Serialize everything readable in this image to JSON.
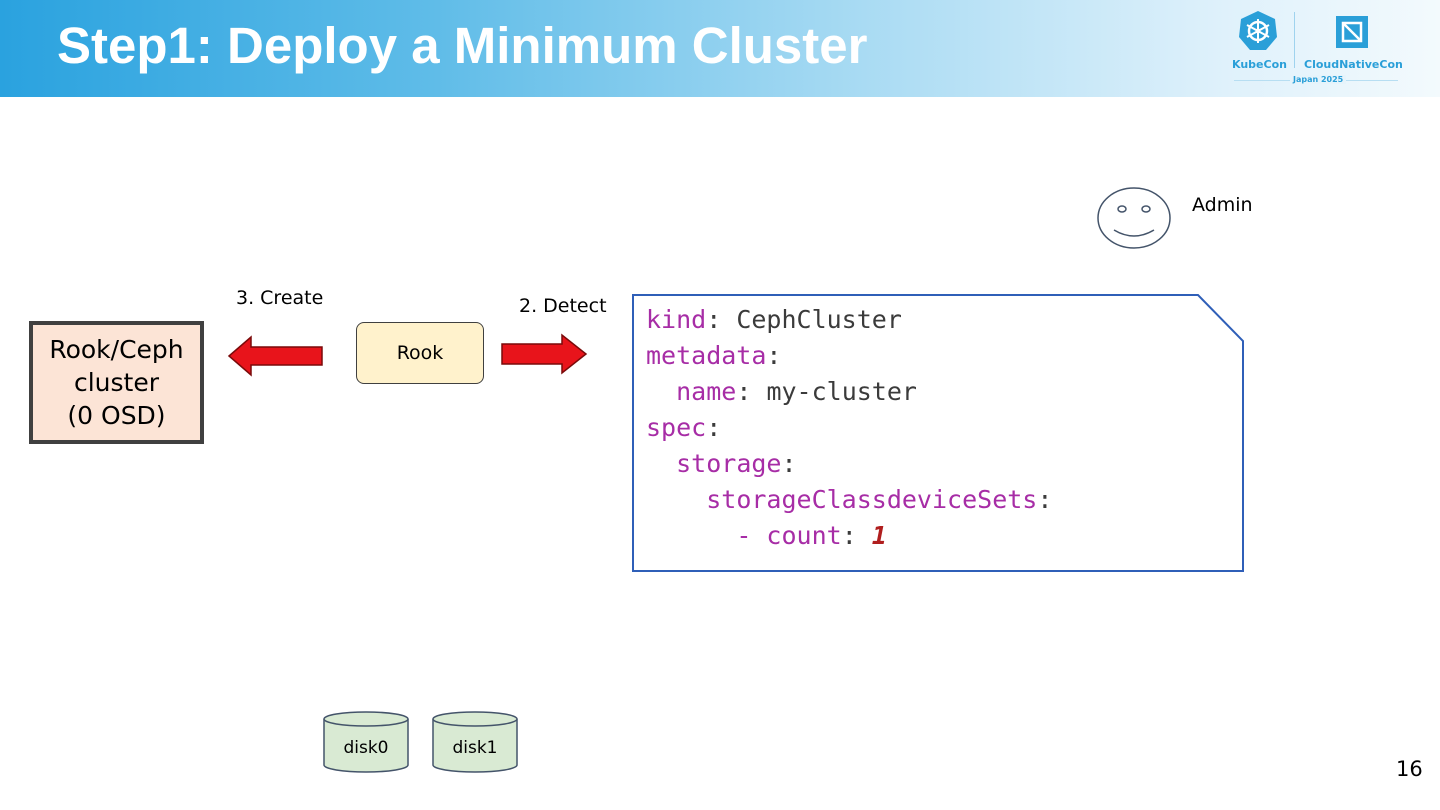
{
  "header": {
    "title": "Step1: Deploy a Minimum Cluster",
    "logo": {
      "left_text": "KubeCon",
      "right_text": "CloudNativeCon",
      "sub_text": "Japan 2025"
    }
  },
  "diagram": {
    "cluster_box": {
      "line1": "Rook/Ceph",
      "line2": "cluster",
      "line3": "(0 OSD)"
    },
    "rook_box": {
      "label": "Rook"
    },
    "create_label": "3. Create",
    "detect_label": "2. Detect",
    "admin_label": "Admin",
    "yaml": {
      "l1k": "kind",
      "l1v": "CephCluster",
      "l2k": "metadata",
      "l3k": "name",
      "l3v": "my-cluster",
      "l4k": "spec",
      "l5k": "storage",
      "l6k": "storageClassdeviceSets",
      "l7k": "count",
      "l7v": "1"
    },
    "disks": [
      "disk0",
      "disk1"
    ]
  },
  "page_number": "16",
  "colors": {
    "arrow": "#e8141b",
    "yaml_key": "#a72da6",
    "yaml_border": "#2f5fb8",
    "cluster_fill": "#fce4d6",
    "rook_fill": "#fff2cc",
    "disk_fill": "#d9ead3"
  },
  "icons": [
    "kubecon-logo-icon",
    "cloudnativecon-logo-icon",
    "admin-face-icon",
    "disk-icon"
  ]
}
